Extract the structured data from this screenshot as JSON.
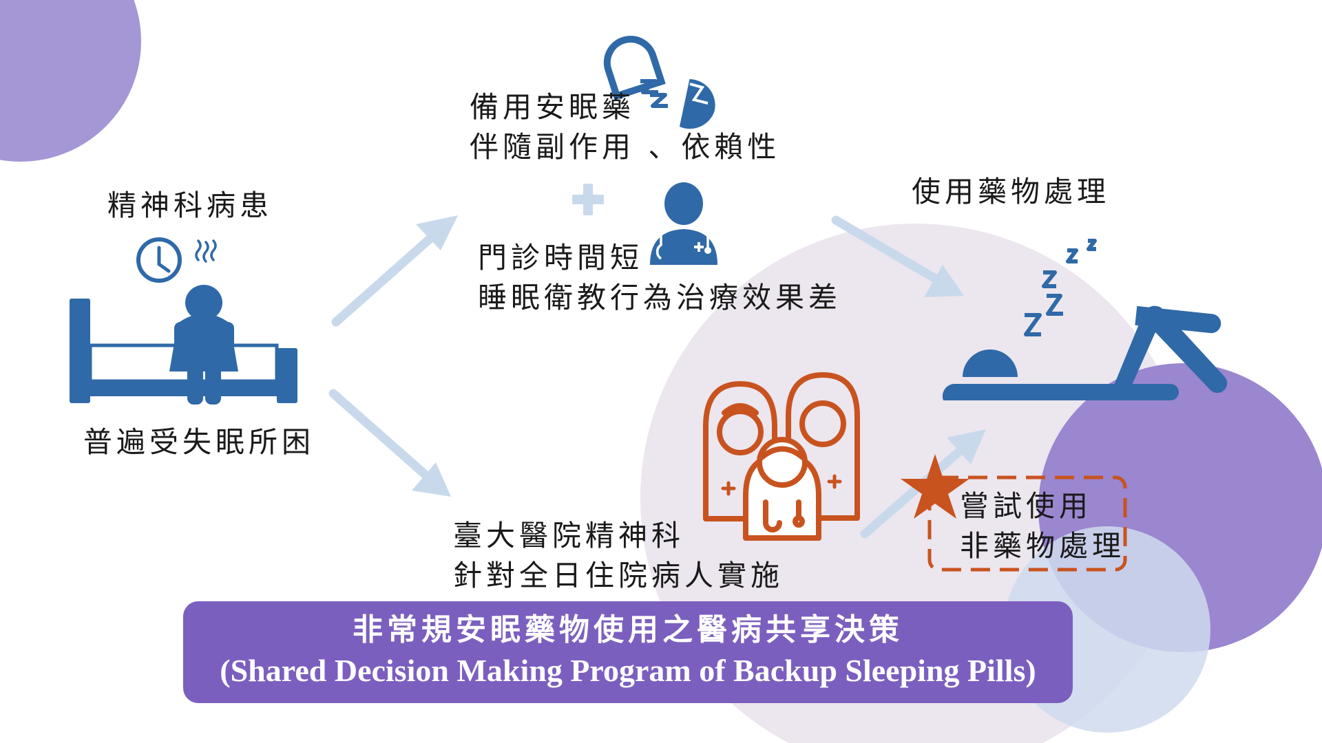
{
  "colors": {
    "icon_blue": "#2f69a8",
    "icon_orange": "#c8531f",
    "arrow": "#c9d9ec",
    "banner_bg": "#7b5fbf",
    "circle_purple": "#9b86d0",
    "circle_lavender": "#ece6ee",
    "circle_pale_blue": "#d4def0",
    "plus": "#c9d9ec"
  },
  "icons": [
    "clock-icon",
    "steam-icon",
    "patient-on-bed-icon",
    "sleeping-pill-icon",
    "doctor-icon",
    "medical-team-icon",
    "sleeping-person-icon",
    "star-icon",
    "plus-icon"
  ],
  "patient": {
    "title": "精神科病患",
    "subtitle": "普遍受失眠所困"
  },
  "top_branch": {
    "line1": "備用安眠藥",
    "line2": "伴隨副作用 、依賴性",
    "line3": "門診時間短",
    "line4": "睡眠衛教行為治療效果差"
  },
  "result": {
    "title": "使用藥物處理"
  },
  "bottom_branch": {
    "line1": "臺大醫院精神科",
    "line2": "針對全日住院病人實施"
  },
  "trial_box": {
    "line1": "嘗試使用",
    "line2": "非藥物處理"
  },
  "banner": {
    "title_zh": "非常規安眠藥物使用之醫病共享決策",
    "title_en": "(Shared Decision Making Program of Backup Sleeping Pills)"
  }
}
